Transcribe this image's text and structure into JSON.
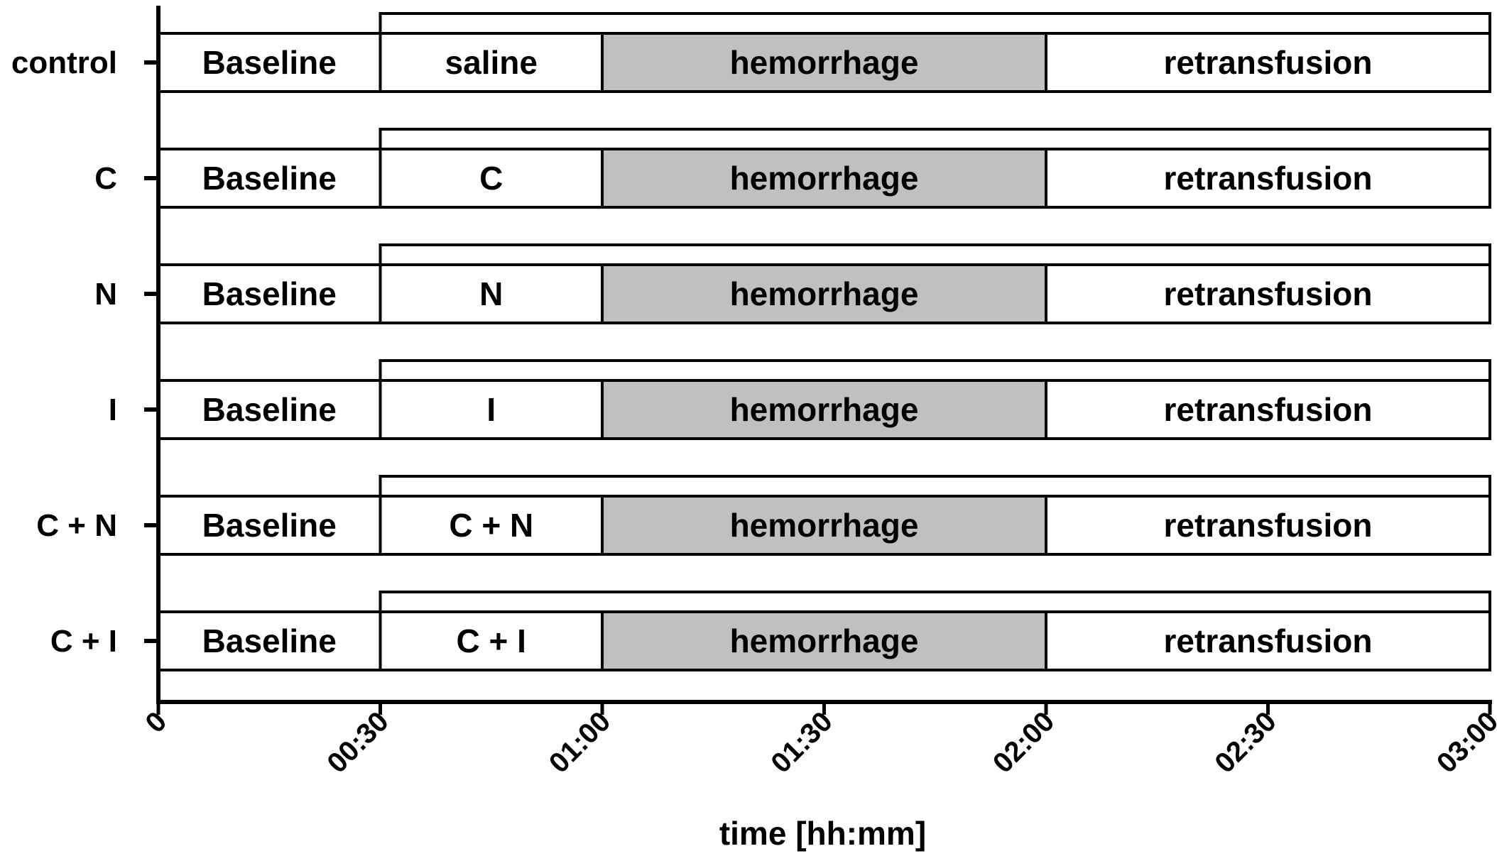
{
  "time_ticks": [
    "0",
    "00:30",
    "01:00",
    "01:30",
    "02:00",
    "02:30",
    "03:00"
  ],
  "x_axis_title": "time [hh:mm]",
  "colors": {
    "stroke": "#000000",
    "phase_fill": "#ffffff",
    "hemorrhage_fill": "#c0c0c0"
  },
  "rows": [
    {
      "label": "control",
      "phases": [
        {
          "name": "Baseline",
          "start_min": 0,
          "end_min": 30
        },
        {
          "name": "saline",
          "start_min": 30,
          "end_min": 60
        },
        {
          "name": "hemorrhage",
          "start_min": 60,
          "end_min": 120
        },
        {
          "name": "retransfusion",
          "start_min": 120,
          "end_min": 180
        }
      ],
      "bracket": {
        "start_min": 30,
        "end_min": 180
      }
    },
    {
      "label": "C",
      "phases": [
        {
          "name": "Baseline",
          "start_min": 0,
          "end_min": 30
        },
        {
          "name": "C",
          "start_min": 30,
          "end_min": 60
        },
        {
          "name": "hemorrhage",
          "start_min": 60,
          "end_min": 120
        },
        {
          "name": "retransfusion",
          "start_min": 120,
          "end_min": 180
        }
      ],
      "bracket": {
        "start_min": 30,
        "end_min": 180
      }
    },
    {
      "label": "N",
      "phases": [
        {
          "name": "Baseline",
          "start_min": 0,
          "end_min": 30
        },
        {
          "name": "N",
          "start_min": 30,
          "end_min": 60
        },
        {
          "name": "hemorrhage",
          "start_min": 60,
          "end_min": 120
        },
        {
          "name": "retransfusion",
          "start_min": 120,
          "end_min": 180
        }
      ],
      "bracket": {
        "start_min": 30,
        "end_min": 180
      }
    },
    {
      "label": "I",
      "phases": [
        {
          "name": "Baseline",
          "start_min": 0,
          "end_min": 30
        },
        {
          "name": "I",
          "start_min": 30,
          "end_min": 60
        },
        {
          "name": "hemorrhage",
          "start_min": 60,
          "end_min": 120
        },
        {
          "name": "retransfusion",
          "start_min": 120,
          "end_min": 180
        }
      ],
      "bracket": {
        "start_min": 30,
        "end_min": 180
      }
    },
    {
      "label": "C + N",
      "phases": [
        {
          "name": "Baseline",
          "start_min": 0,
          "end_min": 30
        },
        {
          "name": "C + N",
          "start_min": 30,
          "end_min": 60
        },
        {
          "name": "hemorrhage",
          "start_min": 60,
          "end_min": 120
        },
        {
          "name": "retransfusion",
          "start_min": 120,
          "end_min": 180
        }
      ],
      "bracket": {
        "start_min": 30,
        "end_min": 180
      }
    },
    {
      "label": "C + I",
      "phases": [
        {
          "name": "Baseline",
          "start_min": 0,
          "end_min": 30
        },
        {
          "name": "C + I",
          "start_min": 30,
          "end_min": 60
        },
        {
          "name": "hemorrhage",
          "start_min": 60,
          "end_min": 120
        },
        {
          "name": "retransfusion",
          "start_min": 120,
          "end_min": 180
        }
      ],
      "bracket": {
        "start_min": 30,
        "end_min": 180
      }
    }
  ]
}
